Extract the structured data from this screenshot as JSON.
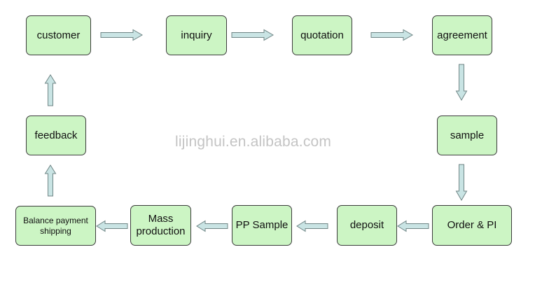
{
  "steps": {
    "customer": "customer",
    "inquiry": "inquiry",
    "quotation": "quotation",
    "agreement": "agreement",
    "sample": "sample",
    "order_pi": "Order & PI",
    "deposit": "deposit",
    "pp_sample": "PP Sample",
    "mass_production": "Mass\nproduction",
    "balance_payment": "Balance payment\nshipping",
    "feedback": "feedback"
  },
  "watermark": "lijinghui.en.alibaba.com",
  "colors": {
    "box_fill": "#ccf5c4",
    "box_border": "#3c3c3c",
    "arrow_fill": "#c9e4e4",
    "arrow_border": "#6f8585",
    "watermark": "#c4c4c4"
  }
}
